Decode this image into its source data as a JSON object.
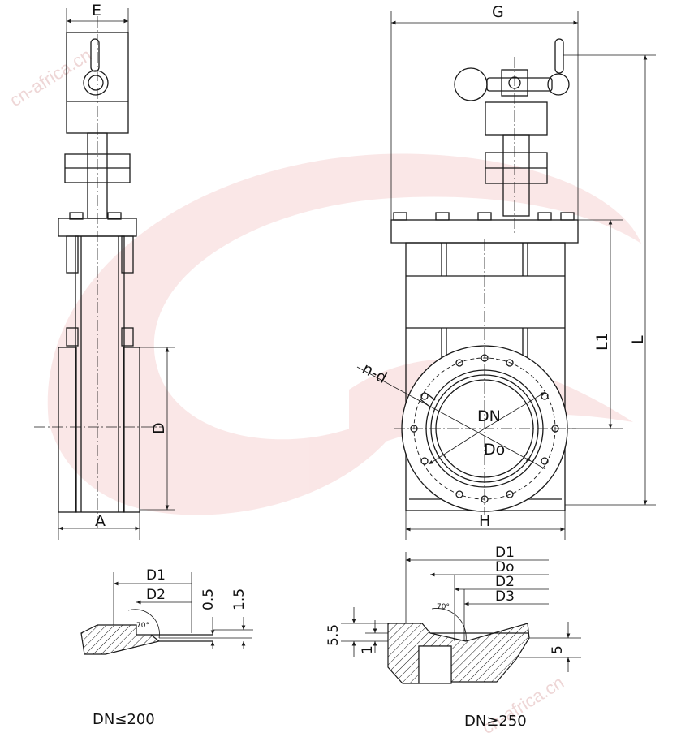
{
  "watermark": "cn-africa.cn",
  "colors": {
    "line": "#1a1a1a",
    "swoosh": "#f3c6c6",
    "watermark": "#e9c9c9"
  },
  "labels": {
    "E": "E",
    "A": "A",
    "D": "D",
    "G": "G",
    "H": "H",
    "L": "L",
    "L1": "L1",
    "n_d": "n-d",
    "DN": "DN",
    "Do": "Do"
  },
  "detail_small": {
    "D1": "D1",
    "D2": "D2",
    "dim_05": "0.5",
    "dim_15": "1.5",
    "angle": "70°",
    "caption": "DN≤200"
  },
  "detail_large": {
    "D1": "D1",
    "Do": "Do",
    "D2": "D2",
    "D3": "D3",
    "dim_55": "5.5",
    "dim_1": "1",
    "dim_5": "5",
    "angle": "70°",
    "caption": "DN≥250"
  }
}
